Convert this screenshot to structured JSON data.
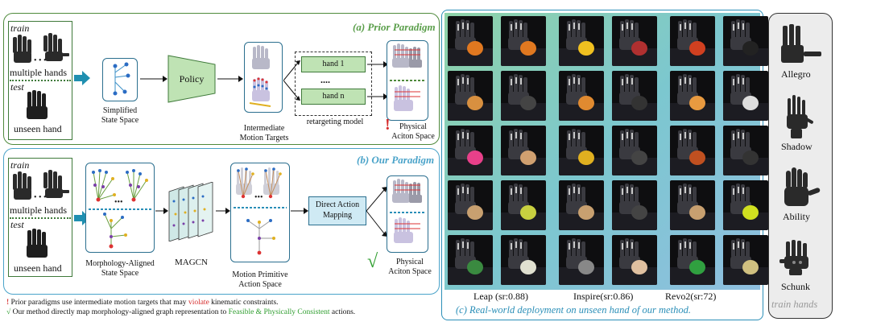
{
  "prior": {
    "title": "(a) Prior Paradigm",
    "train": "train",
    "test": "test",
    "multiple_hands": "multiple hands",
    "unseen_hand": "unseen hand",
    "simplified_state_space": [
      "Simplified",
      "State Space"
    ],
    "policy": "Policy",
    "intermediate_targets": [
      "Intermediate",
      "Motion Targets"
    ],
    "hand1": "hand 1",
    "dots": "....",
    "handn": "hand n",
    "retargeting": "retargeting model",
    "physical": [
      "Physical",
      "Aciton Space"
    ],
    "warning_mark": "!"
  },
  "ours": {
    "title": "(b) Our Paradigm",
    "train": "train",
    "test": "test",
    "multiple_hands": "multiple hands",
    "unseen_hand": "unseen hand",
    "morph_state": [
      "Morphology-Aligned",
      "State Space"
    ],
    "magcn": "MAGCN",
    "motion_primitive": [
      "Motion Primitive",
      "Action Space"
    ],
    "direct_mapping": [
      "Direct Action",
      "Mapping"
    ],
    "physical": [
      "Physical",
      "Aciton Space"
    ],
    "check_mark": "√"
  },
  "notes": {
    "line1_mark": "!",
    "line1_pre": "Prior paradigms use intermediate motion targets that may ",
    "line1_highlight": "violate",
    "line1_post": " kinematic constraints.",
    "line2_mark": "√",
    "line2_pre": "Our method directly map morphology-aligned graph representation to ",
    "line2_highlight": "Feasible & Physically Consistent",
    "line2_post": " actions."
  },
  "deployment": {
    "captions": [
      "Leap (sr:0.88)",
      "Inspire(sr:0.86)",
      "Revo2(sr:72)"
    ],
    "title": "(c) Real-world deployment on unseen hand of our method."
  },
  "train_hands": {
    "labels": [
      "Allegro",
      "Shadow",
      "Ability",
      "Schunk"
    ],
    "title": "train hands"
  },
  "colors": {
    "prior_border": "#4f8a3c",
    "ours_border": "#4aa3c9",
    "arrow": "#1f8fb0",
    "title_green": "#5a9e4a",
    "title_blue": "#4aa3c9",
    "violate_red": "#d62d2d",
    "feasible_green": "#2f9e2f"
  }
}
